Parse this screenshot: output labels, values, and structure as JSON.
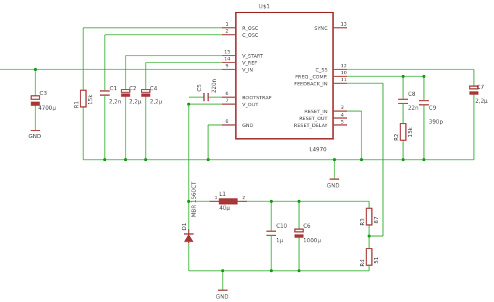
{
  "ic": {
    "name": "U$1",
    "part": "L4970",
    "pins_left": [
      {
        "num": "1",
        "label": "R_OSC"
      },
      {
        "num": "2",
        "label": "C_OSC"
      },
      {
        "num": "15",
        "label": "V_START"
      },
      {
        "num": "14",
        "label": "V_REF"
      },
      {
        "num": "9",
        "label": "V_IN"
      },
      {
        "num": "6",
        "label": "BOOTSTRAP"
      },
      {
        "num": "7",
        "label": "V_OUT"
      },
      {
        "num": "8",
        "label": "GND"
      }
    ],
    "pins_right": [
      {
        "num": "13",
        "label": "SYNC"
      },
      {
        "num": "12",
        "label": "C_SS"
      },
      {
        "num": "10",
        "label": "FREQ._COMP."
      },
      {
        "num": "11",
        "label": "FEEDBACK_IN"
      },
      {
        "num": "3",
        "label": "RESET_IN"
      },
      {
        "num": "4",
        "label": "RESET_OUT"
      },
      {
        "num": "5",
        "label": "RESET_DELAY"
      }
    ]
  },
  "components": {
    "c3": {
      "name": "C3",
      "value": "4700µ"
    },
    "r1": {
      "name": "R1",
      "value": "15k"
    },
    "c1": {
      "name": "C1",
      "value": "2,2n"
    },
    "c2": {
      "name": "C2",
      "value": "2,2µ"
    },
    "c4": {
      "name": "C4",
      "value": "2,2µ"
    },
    "c5": {
      "name": "C5",
      "value": "220n"
    },
    "c8": {
      "name": "C8",
      "value": "22n"
    },
    "c9": {
      "name": "C9",
      "value": "390p"
    },
    "r2": {
      "name": "R2",
      "value": "15k"
    },
    "c7": {
      "name": "C7",
      "value": "2,2µ"
    },
    "l1": {
      "name": "L1",
      "value": "40µ",
      "pin1": "1",
      "pin2": "2"
    },
    "d1": {
      "name": "D1",
      "value": "MBR 1560CT"
    },
    "c10": {
      "name": "C10",
      "value": "1µ"
    },
    "c6": {
      "name": "C6",
      "value": "1000µ"
    },
    "r3": {
      "name": "R3",
      "value": "87"
    },
    "r4": {
      "name": "R4",
      "value": "51"
    }
  },
  "grounds": {
    "g1": "GND",
    "g2": "GND",
    "g3": "GND"
  }
}
